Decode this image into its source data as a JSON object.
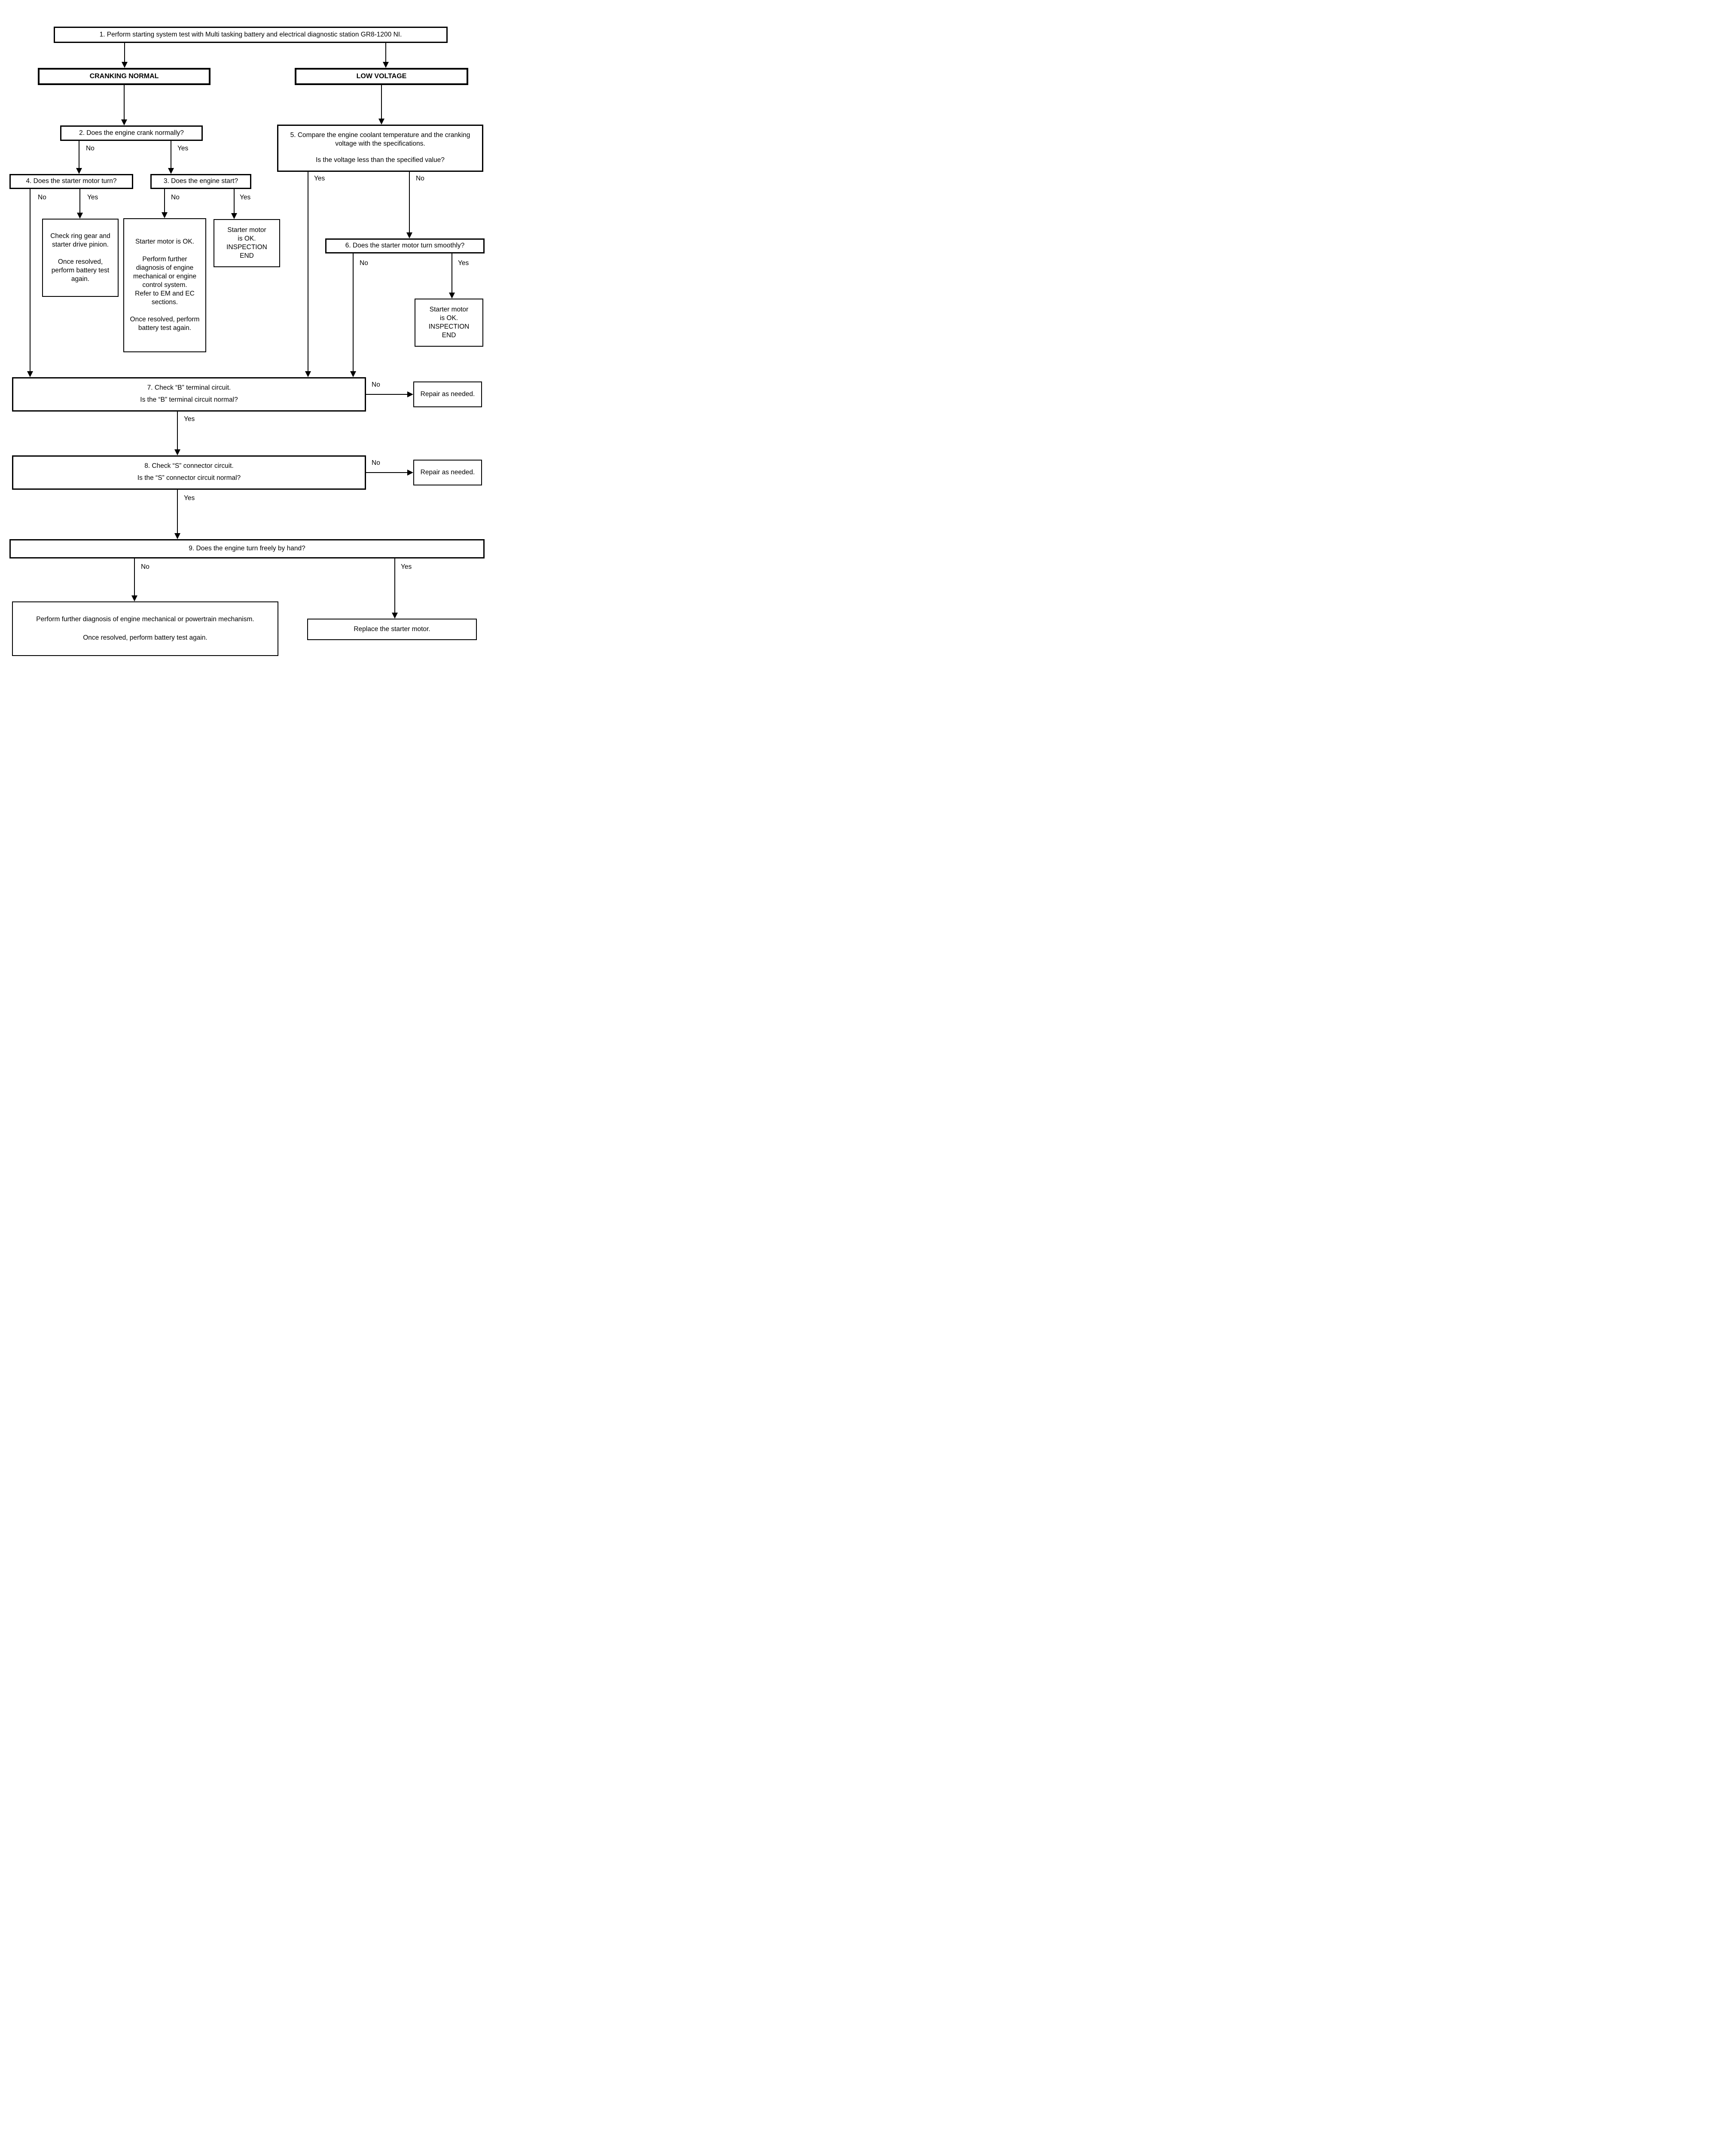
{
  "colors": {
    "ink": "#000000",
    "background": "#ffffff"
  },
  "nodes": {
    "step1": {
      "text": "1. Perform starting system test with Multi tasking battery and electrical diagnostic station GR8-1200 NI."
    },
    "branch_left": {
      "text": "CRANKING NORMAL"
    },
    "branch_right": {
      "text": "LOW VOLTAGE"
    },
    "q2": {
      "text": "2. Does the engine crank normally?"
    },
    "q5": {
      "question_top": "5. Compare the engine coolant temperature and the cranking voltage with the specifications.",
      "question_bottom": "Is the voltage less than the specified value?"
    },
    "q4": {
      "text": "4. Does the starter motor turn?"
    },
    "q3": {
      "text": "3. Does the engine start?"
    },
    "check_ring_gear": {
      "para1": "Check ring gear and starter drive pinion.",
      "para2": "Once resolved, perform battery test again."
    },
    "starter_ok_diagnose": {
      "para1": "Starter motor is OK.",
      "para2": "Perform further diagnosis of engine mechanical or engine control system.",
      "para3": "Refer to EM and EC sections.",
      "para4": "Once resolved, perform battery test again."
    },
    "inspection_end_left": {
      "lines": [
        "Starter motor",
        "is OK.",
        "INSPECTION",
        "END"
      ]
    },
    "q6": {
      "text": "6. Does the starter motor turn smoothly?"
    },
    "inspection_end_right": {
      "lines": [
        "Starter motor",
        "is OK.",
        "INSPECTION",
        "END"
      ]
    },
    "q7": {
      "question_top": "7. Check “B” terminal circuit.",
      "question_bottom": "Is the “B” terminal circuit normal?"
    },
    "repair1": {
      "text": "Repair as needed."
    },
    "q8": {
      "question_top": "8. Check “S” connector circuit.",
      "question_bottom": "Is the “S” connector circuit normal?"
    },
    "repair2": {
      "text": "Repair as needed."
    },
    "q9": {
      "text": "9. Does the engine turn freely by hand?"
    },
    "diagnose_mechanical": {
      "para1": "Perform further diagnosis of engine mechanical or powertrain mechanism.",
      "para2": "Once resolved, perform battery test again."
    },
    "replace_starter": {
      "text": "Replace the starter motor."
    }
  },
  "labels": {
    "q2_no": "No",
    "q2_yes": "Yes",
    "q4_no": "No",
    "q4_yes": "Yes",
    "q3_no": "No",
    "q3_yes": "Yes",
    "q5_yes": "Yes",
    "q5_no": "No",
    "q6_no": "No",
    "q6_yes": "Yes",
    "q7_no": "No",
    "q7_yes": "Yes",
    "q8_no": "No",
    "q8_yes": "Yes",
    "q9_no": "No",
    "q9_yes": "Yes"
  }
}
